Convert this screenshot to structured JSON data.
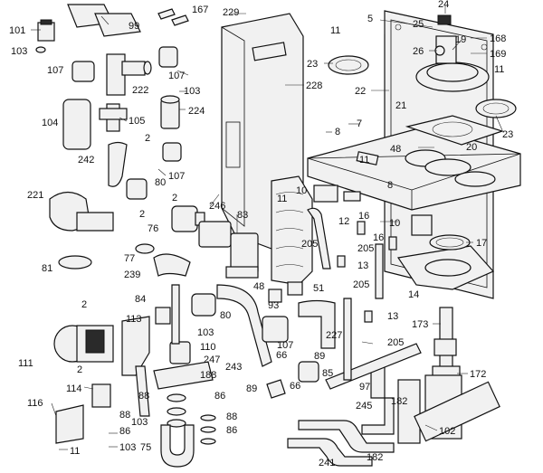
{
  "labels": [
    "101",
    "103",
    "99",
    "167",
    "229",
    "5",
    "24",
    "25",
    "11",
    "19",
    "168",
    "26",
    "169",
    "23",
    "107",
    "222",
    "103",
    "107",
    "228",
    "22",
    "21",
    "11",
    "104",
    "105",
    "224",
    "8",
    "7",
    "2",
    "48",
    "20",
    "23",
    "242",
    "107",
    "11",
    "80",
    "8",
    "221",
    "10",
    "2",
    "246",
    "83",
    "76",
    "11",
    "12",
    "16",
    "10",
    "2",
    "77",
    "205",
    "205",
    "16",
    "17",
    "81",
    "239",
    "13",
    "48",
    "51",
    "2",
    "84",
    "113",
    "93",
    "205",
    "14",
    "80",
    "13",
    "111",
    "103",
    "110",
    "247",
    "107",
    "66",
    "89",
    "227",
    "205",
    "173",
    "2",
    "243",
    "188",
    "85",
    "97",
    "114",
    "88",
    "86",
    "89",
    "66",
    "245",
    "172",
    "116",
    "88",
    "182",
    "86",
    "103",
    "86",
    "88",
    "102",
    "11",
    "75",
    "103",
    "241",
    "182"
  ]
}
